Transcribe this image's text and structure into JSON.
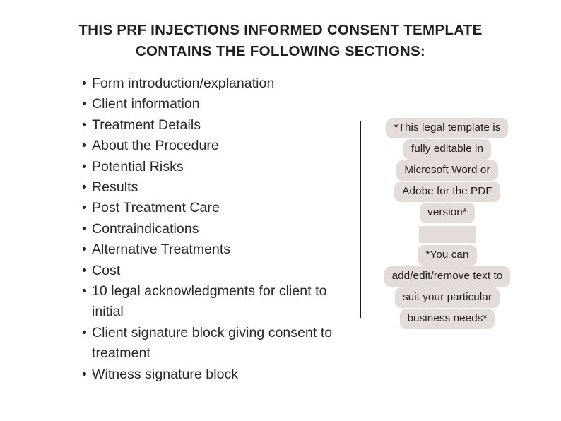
{
  "page": {
    "background_color": "#ffffff",
    "text_color": "#2b2727",
    "highlight_color": "#e3dcd8",
    "divider_color": "#1d1a1a"
  },
  "title": {
    "line1": "THIS PRF INJECTIONS INFORMED CONSENT TEMPLATE",
    "line2": "CONTAINS THE FOLLOWING SECTIONS:"
  },
  "sections_list": {
    "bullet_glyph": "•",
    "items": [
      "Form introduction/explanation",
      "Client information",
      "Treatment Details",
      "About the Procedure",
      "Potential Risks",
      "Results",
      "Post Treatment Care",
      "Contraindications",
      "Alternative Treatments",
      "Cost",
      "10 legal acknowledgments for client to initial",
      "Client signature block giving consent to treatment",
      "Witness signature block"
    ]
  },
  "callout": {
    "note1": {
      "lines": [
        "*This legal template is",
        "fully editable in",
        "Microsoft Word or",
        "Adobe for the PDF",
        "version*"
      ]
    },
    "note2": {
      "lines": [
        "*You can",
        "add/edit/remove text to",
        "suit your particular",
        "business needs*"
      ]
    }
  }
}
